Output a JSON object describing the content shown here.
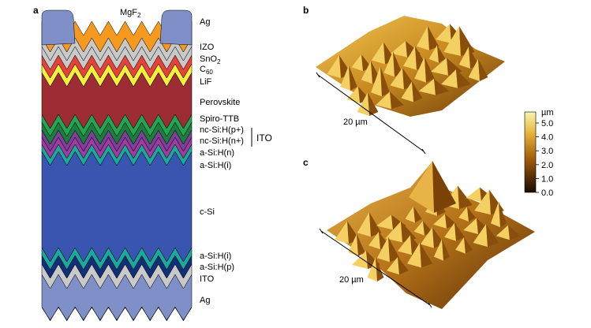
{
  "panels": {
    "a": "a",
    "b": "b",
    "c": "c"
  },
  "stack": {
    "top_material": "MgF",
    "top_material_sub": "2",
    "top_contact": "Ag",
    "bottom_contact": "Ag",
    "layers": [
      {
        "id": "izo",
        "text": "IZO",
        "color": "#c9c9c9"
      },
      {
        "id": "sno2",
        "text": "SnO",
        "sub": "2",
        "color": "#c9c9c9"
      },
      {
        "id": "c60",
        "text": "C",
        "sub": "60",
        "color": "#e8413a"
      },
      {
        "id": "lif",
        "text": "LiF",
        "color": "#f5ef3d"
      },
      {
        "id": "perovskite",
        "text": "Perovskite",
        "color": "#9d2c34"
      },
      {
        "id": "spiro",
        "text": "Spiro-TTB",
        "color": "#22a654"
      },
      {
        "id": "ncsi-p",
        "text": "nc-Si:H(p+)",
        "color": "#1c7d3f"
      },
      {
        "id": "ncsi-n",
        "text": "nc-Si:H(n+)",
        "color": "#7d3f9a"
      },
      {
        "id": "asi-n",
        "text": "a-Si:H(n)",
        "color": "#a03ba0"
      },
      {
        "id": "asi-i-top",
        "text": "a-Si:H(i)",
        "color": "#1aa99a"
      },
      {
        "id": "csi",
        "text": "c-Si",
        "color": "#3a55b0"
      },
      {
        "id": "asi-i-bot",
        "text": "a-Si:H(i)",
        "color": "#1aa99a"
      },
      {
        "id": "asi-p",
        "text": "a-Si:H(p)",
        "color": "#12307a"
      },
      {
        "id": "ito-bot",
        "text": "ITO",
        "color": "#c9c9c9"
      }
    ],
    "bracket_label": "ITO"
  },
  "afm": {
    "scale_label_b": "20 µm",
    "scale_label_c": "20 µm",
    "colorbar_unit": "µm",
    "colorbar_ticks": [
      "5.0",
      "4.0",
      "3.0",
      "2.0",
      "1.0",
      "0.0"
    ]
  },
  "colors": {
    "ag": "#7f90c9",
    "mgf2": "#f59a1f",
    "afm_dark": "#3a1f05",
    "afm_mid": "#a8650f",
    "afm_light": "#f6e07a"
  }
}
